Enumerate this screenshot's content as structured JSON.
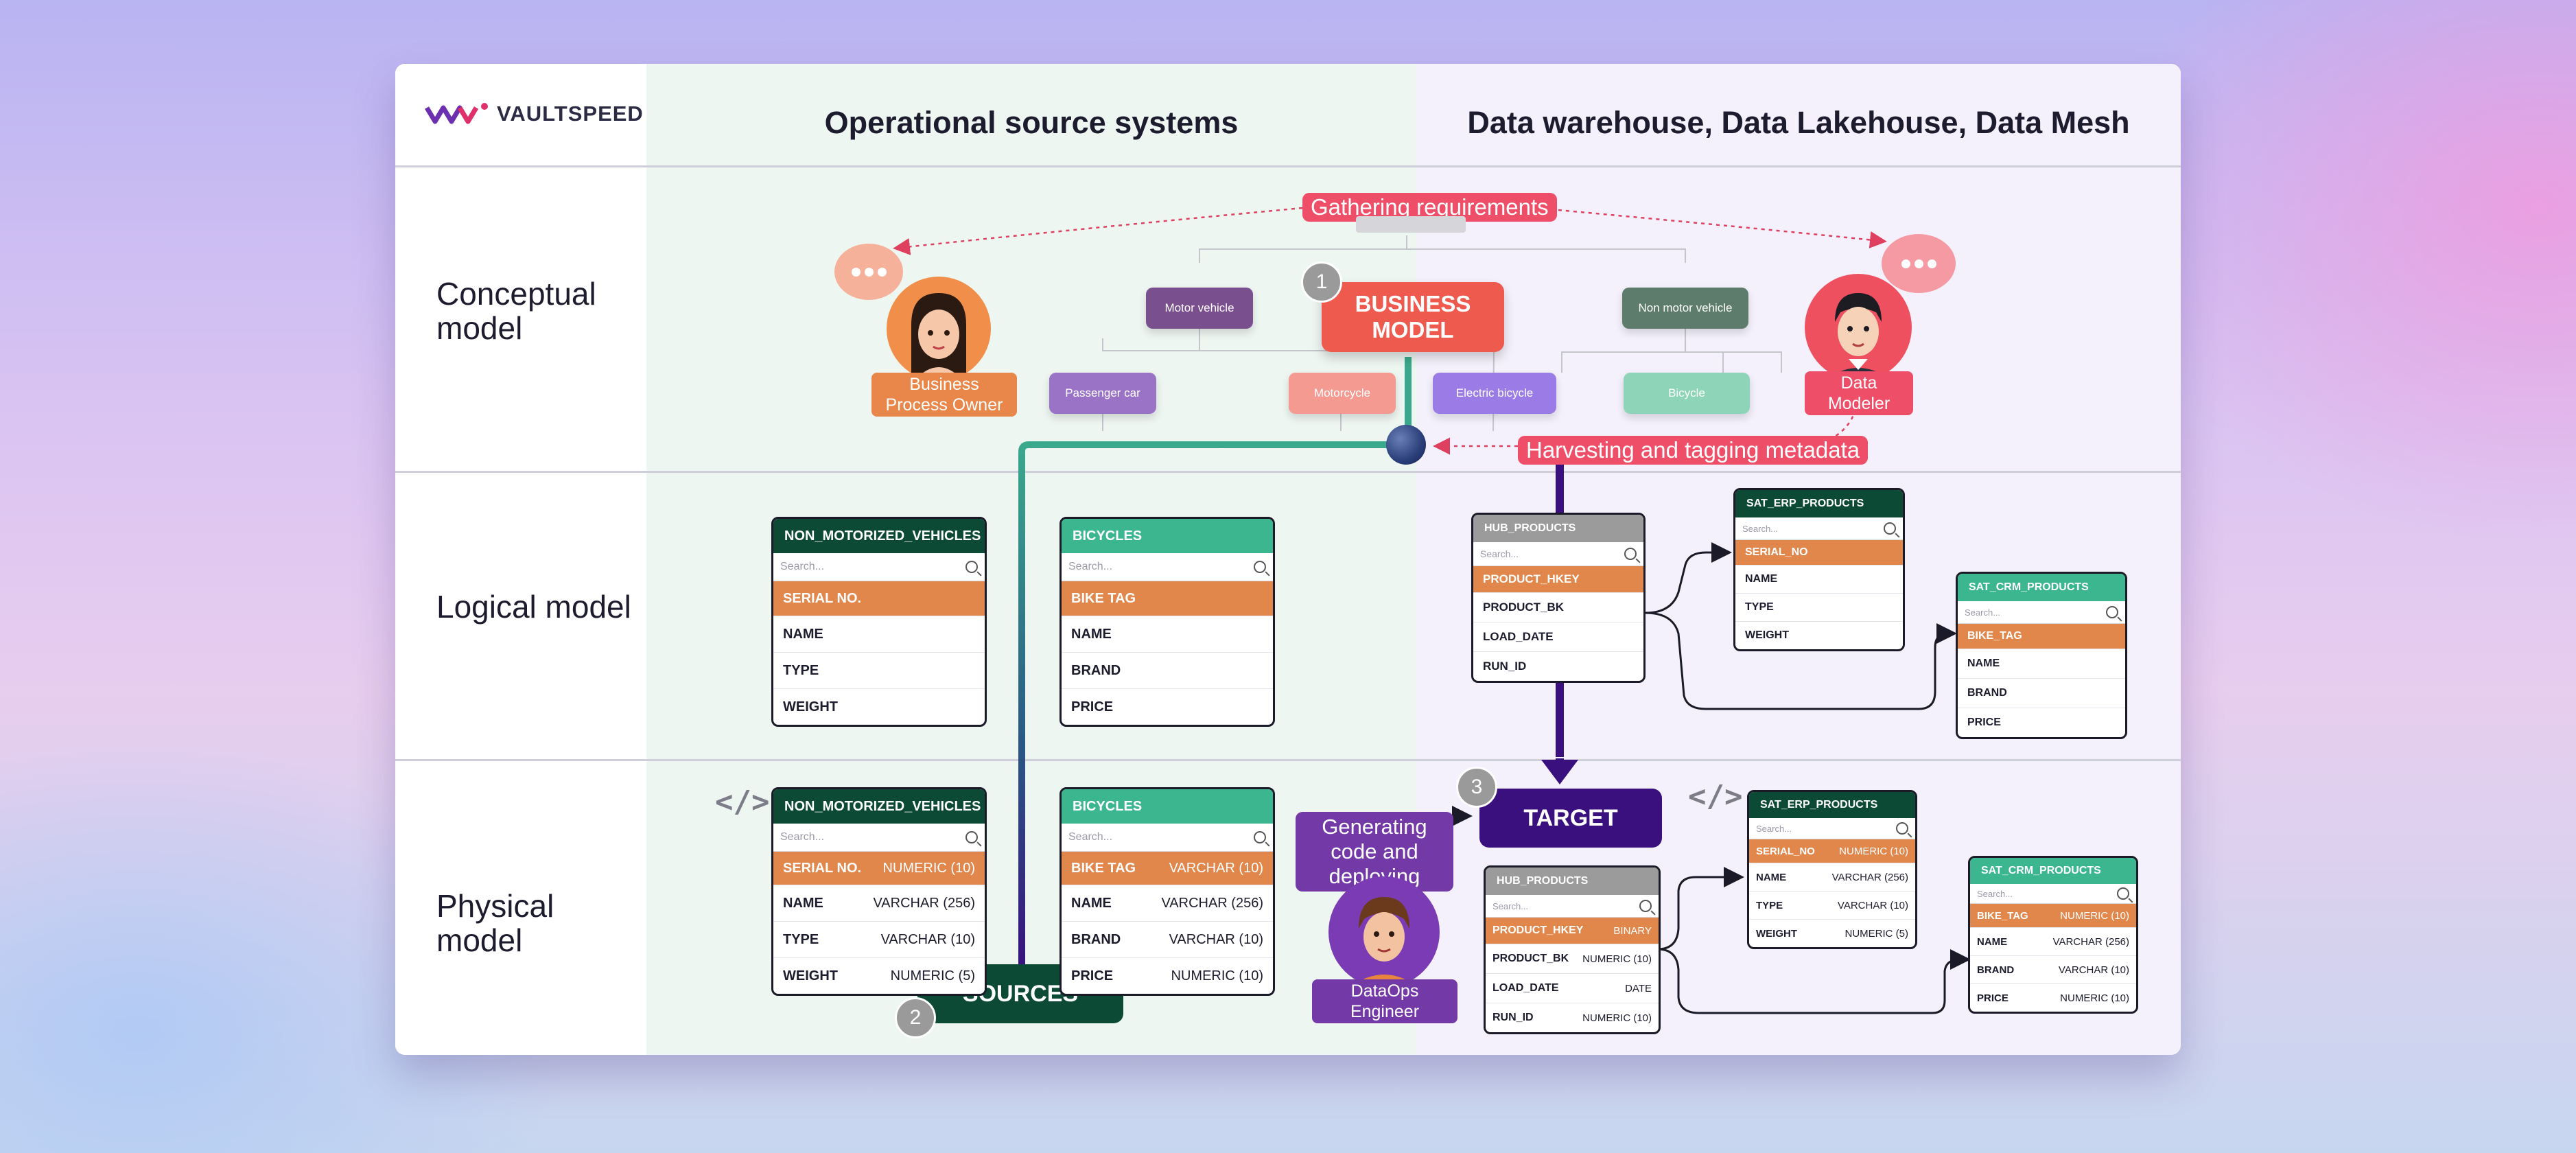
{
  "brand": {
    "name": "VAULTSPEED"
  },
  "columns": {
    "source": "Operational source systems",
    "target": "Data warehouse, Data Lakehouse, Data Mesh"
  },
  "rows": {
    "conceptual": "Conceptual model",
    "logical": "Logical model",
    "physical": "Physical model"
  },
  "labels": {
    "gathering": "Gathering requirements",
    "harvesting": "Harvesting and tagging metadata",
    "generating": "Generating code and deploying"
  },
  "business_model": {
    "title": "BUSINESS MODEL",
    "step": "1",
    "nodes": {
      "motor_vehicle": "Motor vehicle",
      "non_motor_vehicle": "Non motor vehicle",
      "passenger_car": "Passenger car",
      "motorcycle": "Motorcycle",
      "electric_bicycle": "Electric bicycle",
      "bicycle": "Bicycle"
    }
  },
  "roles": {
    "business_owner": "Business Process Owner",
    "data_modeler": "Data Modeler",
    "dataops": "DataOps Engineer"
  },
  "sources": {
    "label": "SOURCES",
    "step": "2"
  },
  "target": {
    "label": "TARGET",
    "step": "3"
  },
  "search_placeholder": "Search...",
  "logical_tables": {
    "nmv": {
      "title": "NON_MOTORIZED_VEHICLES",
      "rows": [
        "SERIAL NO.",
        "NAME",
        "TYPE",
        "WEIGHT"
      ]
    },
    "bic": {
      "title": "BICYCLES",
      "rows": [
        "BIKE TAG",
        "NAME",
        "BRAND",
        "PRICE"
      ]
    },
    "hub": {
      "title": "HUB_PRODUCTS",
      "rows": [
        "PRODUCT_HKEY",
        "PRODUCT_BK",
        "LOAD_DATE",
        "RUN_ID"
      ]
    },
    "erp": {
      "title": "SAT_ERP_PRODUCTS",
      "rows": [
        "SERIAL_NO",
        "NAME",
        "TYPE",
        "WEIGHT"
      ]
    },
    "crm": {
      "title": "SAT_CRM_PRODUCTS",
      "rows": [
        "BIKE_TAG",
        "NAME",
        "BRAND",
        "PRICE"
      ]
    }
  },
  "physical_tables": {
    "nmv": {
      "title": "NON_MOTORIZED_VEHICLES",
      "rows": [
        [
          "SERIAL NO.",
          "NUMERIC (10)"
        ],
        [
          "NAME",
          "VARCHAR (256)"
        ],
        [
          "TYPE",
          "VARCHAR (10)"
        ],
        [
          "WEIGHT",
          "NUMERIC (5)"
        ]
      ]
    },
    "bic": {
      "title": "BICYCLES",
      "rows": [
        [
          "BIKE TAG",
          "VARCHAR (10)"
        ],
        [
          "NAME",
          "VARCHAR (256)"
        ],
        [
          "BRAND",
          "VARCHAR (10)"
        ],
        [
          "PRICE",
          "NUMERIC (10)"
        ]
      ]
    },
    "hub": {
      "title": "HUB_PRODUCTS",
      "rows": [
        [
          "PRODUCT_HKEY",
          "BINARY"
        ],
        [
          "PRODUCT_BK",
          "NUMERIC (10)"
        ],
        [
          "LOAD_DATE",
          "DATE"
        ],
        [
          "RUN_ID",
          "NUMERIC (10)"
        ]
      ]
    },
    "erp": {
      "title": "SAT_ERP_PRODUCTS",
      "rows": [
        [
          "SERIAL_NO",
          "NUMERIC (10)"
        ],
        [
          "NAME",
          "VARCHAR (256)"
        ],
        [
          "TYPE",
          "VARCHAR (10)"
        ],
        [
          "WEIGHT",
          "NUMERIC (5)"
        ]
      ]
    },
    "crm": {
      "title": "SAT_CRM_PRODUCTS",
      "rows": [
        [
          "BIKE_TAG",
          "NUMERIC (10)"
        ],
        [
          "NAME",
          "VARCHAR (256)"
        ],
        [
          "BRAND",
          "VARCHAR (10)"
        ],
        [
          "PRICE",
          "NUMERIC (10)"
        ]
      ]
    }
  },
  "colors": {
    "dark_green": "#0d4a36",
    "teal": "#3cb68f",
    "gray": "#9b9b9b",
    "key_orange": "#e1874c",
    "target_purple": "#3a0f7e",
    "coral": "#ee5a4e",
    "pink": "#ef4e68",
    "purple_label": "#7339a6"
  }
}
